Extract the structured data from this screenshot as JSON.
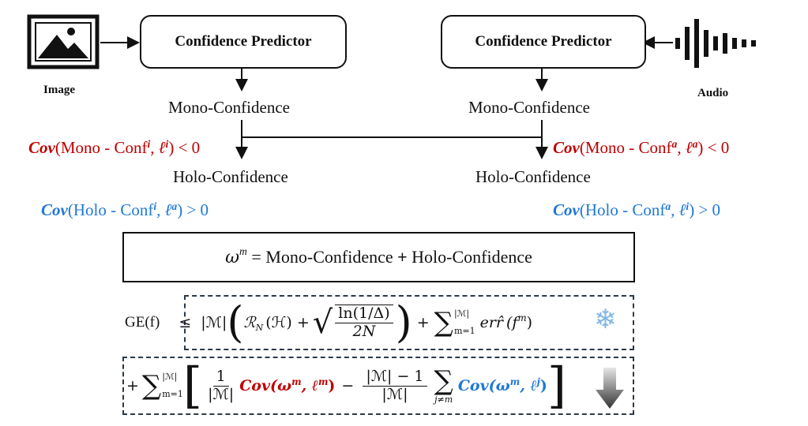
{
  "left": {
    "predictor_label": "Confidence Predictor",
    "input_label": "Image",
    "mono_label": "Mono-Confidence",
    "holo_label": "Holo-Confidence",
    "cov_word": "Cov",
    "mono_cov_mid": "(Mono - Conf",
    "mono_cov_sup1": "i",
    "mono_cov_comma": ", ℓ",
    "mono_cov_sup2": "i",
    "mono_cov_tail": ") < 0",
    "holo_cov_mid": "(Holo - Conf",
    "holo_cov_sup1": "i",
    "holo_cov_comma": ", ℓ",
    "holo_cov_sup2": "a",
    "holo_cov_tail": ") > 0"
  },
  "right": {
    "predictor_label": "Confidence Predictor",
    "input_label": "Audio",
    "mono_label": "Mono-Confidence",
    "holo_label": "Holo-Confidence",
    "cov_word": "Cov",
    "mono_cov_mid": "(Mono - Conf",
    "mono_cov_sup1": "a",
    "mono_cov_comma": ", ℓ",
    "mono_cov_sup2": "a",
    "mono_cov_tail": ") < 0",
    "holo_cov_mid": "(Holo - Conf",
    "holo_cov_sup1": "a",
    "holo_cov_comma": ", ℓ",
    "holo_cov_sup2": "i",
    "holo_cov_tail": ") > 0"
  },
  "weight_eq": {
    "omega": "ω",
    "omega_sup": "m",
    "eq": " = ",
    "term1": "Mono-Confidence",
    "plus": " + ",
    "term2": "Holo-Confidence"
  },
  "bound1": {
    "ge": "GE(f)",
    "leq": "≤",
    "card": "|ℳ|",
    "rad": "ℛ",
    "rad_sub": "N",
    "rad_arg": "(ℋ) +",
    "sqrt_num": "ln(1/Δ)",
    "sqrt_den": "2N",
    "plus": "+",
    "sum_sym": "∑",
    "sum_top": "|ℳ|",
    "sum_bot": "m=1",
    "err": "err̂",
    "err_arg": "(f",
    "err_sup": "m",
    "err_close": ")",
    "snowflake": "❄"
  },
  "bound2": {
    "plus": "+",
    "sum_sym": "∑",
    "sum_top": "|ℳ|",
    "sum_bot": "m=1",
    "frac1_num": "1",
    "frac1_den": "|ℳ|",
    "cov1": "Cov",
    "cov1_args": "(ω",
    "cov1_sup1": "m",
    "cov1_mid": ", ℓ",
    "cov1_sup2": "m",
    "cov1_close": ")",
    "minus": "−",
    "frac2_num": "|ℳ| − 1",
    "frac2_den": "|ℳ|",
    "inner_sum_bot": "j≠m",
    "cov2": "Cov",
    "cov2_args": "(ω",
    "cov2_sup1": "m",
    "cov2_mid": ", ℓ",
    "cov2_sup2": "j",
    "cov2_close": ")"
  },
  "colors": {
    "red": "#c00000",
    "blue": "#1e78d8",
    "dash": "#2b3a4a"
  },
  "icons": {
    "image": "image-icon",
    "audio": "audio-waveform-icon",
    "snow": "snowflake-icon",
    "down": "down-arrow-icon"
  }
}
